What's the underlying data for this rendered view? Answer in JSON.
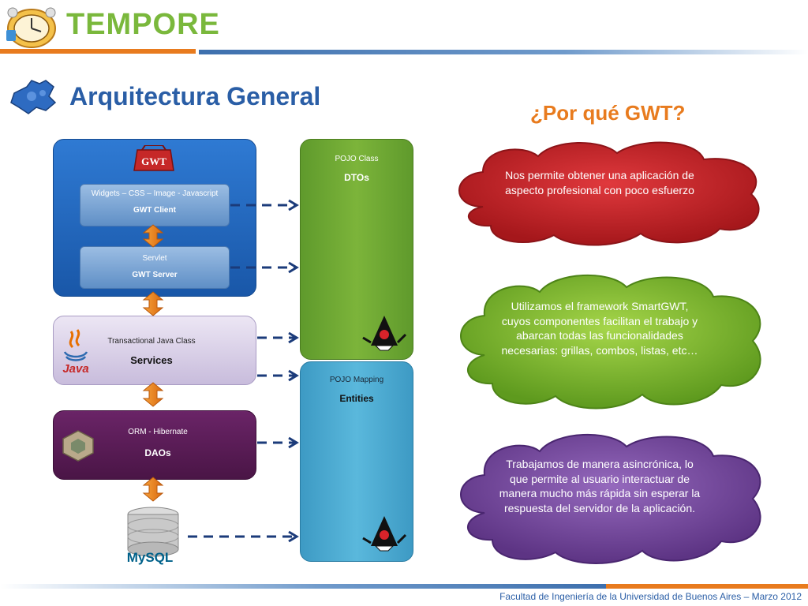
{
  "header": {
    "brand": "TEMPORE"
  },
  "slide": {
    "title": "Arquitectura General",
    "why_title": "¿Por qué GWT?"
  },
  "architecture": {
    "client": {
      "sub": "Widgets – CSS – Image - Javascript",
      "title": "GWT Client"
    },
    "server": {
      "sub": "Servlet",
      "title": "GWT Server"
    },
    "services": {
      "sub": "Transactional Java Class",
      "title": "Services"
    },
    "daos": {
      "sub": "ORM - Hibernate",
      "title": "DAOs"
    },
    "dtos": {
      "sub": "POJO Class",
      "title": "DTOs"
    },
    "entities": {
      "sub": "POJO Mapping",
      "title": "Entities"
    },
    "gwt_logo": "GWT",
    "java_logo": "Java",
    "mysql_logo": "MySQL"
  },
  "clouds": [
    {
      "text": "Nos permite obtener una aplicación de aspecto profesional con poco esfuerzo",
      "color": "#c8262b"
    },
    {
      "text": "Utilizamos el framework SmartGWT, cuyos componentes facilitan el trabajo y abarcan todas las funcionalidades necesarias: grillas, combos, listas, etc…",
      "color": "#7cb732"
    },
    {
      "text": "Trabajamos de manera asincrónica, lo que permite al usuario interactuar de manera mucho más rápida sin esperar la respuesta del servidor de la aplicación.",
      "color": "#7a4f9e"
    }
  ],
  "footer": {
    "text": "Facultad de Ingeniería de la Universidad de Buenos Aires – Marzo 2012"
  },
  "colors": {
    "orange": "#e87b1e",
    "blue": "#2a5ea6",
    "green": "#7ab83c"
  }
}
